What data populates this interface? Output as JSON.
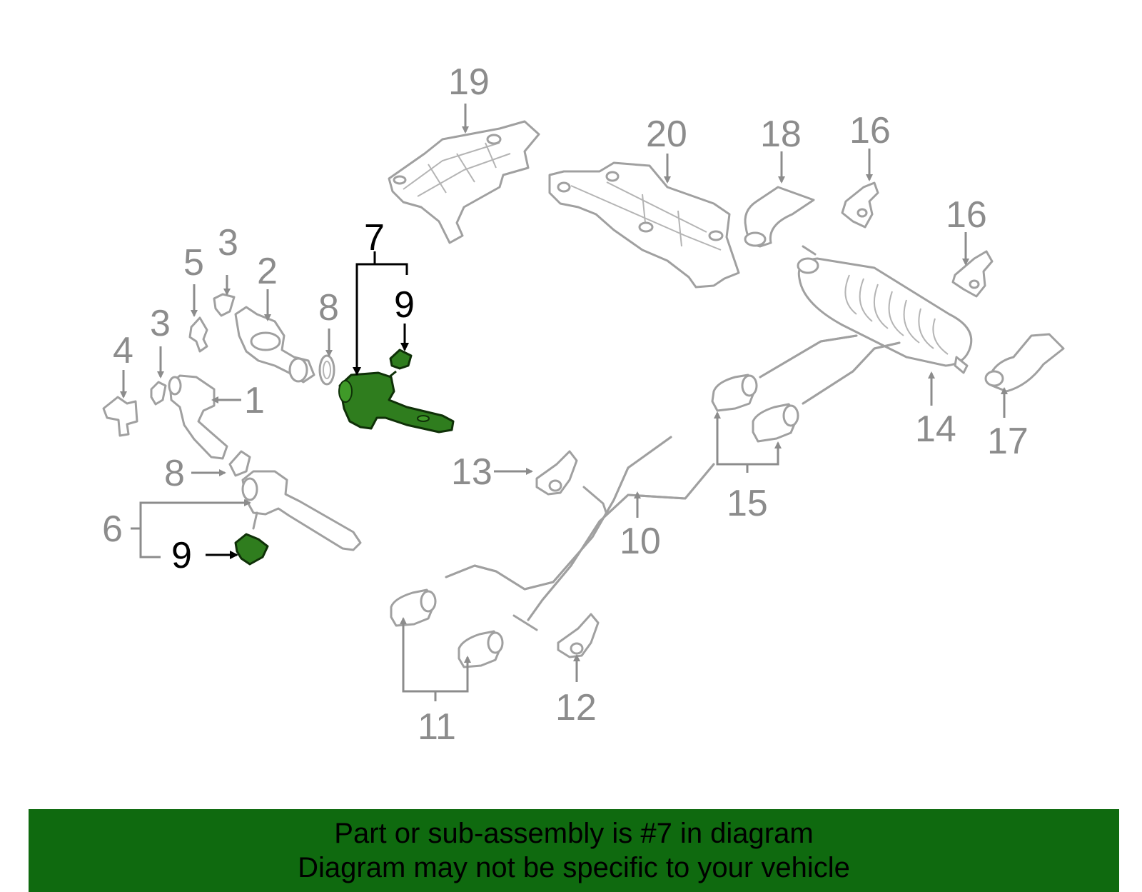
{
  "diagram": {
    "callouts": {
      "c1": "1",
      "c2": "2",
      "c3a": "3",
      "c3b": "3",
      "c4": "4",
      "c5": "5",
      "c6": "6",
      "c7": "7",
      "c8a": "8",
      "c8b": "8",
      "c9a": "9",
      "c9b": "9",
      "c10": "10",
      "c11": "11",
      "c12": "12",
      "c13": "13",
      "c14": "14",
      "c15": "15",
      "c16a": "16",
      "c16b": "16",
      "c17": "17",
      "c18": "18",
      "c19": "19",
      "c20": "20"
    },
    "highlight_color": "#2f7d1e",
    "part_line_color": "#a0a0a0"
  },
  "banner": {
    "line1": "Part or sub-assembly is #7 in diagram",
    "line2": "Diagram may not be specific to your vehicle",
    "background": "#0f6a0f"
  }
}
